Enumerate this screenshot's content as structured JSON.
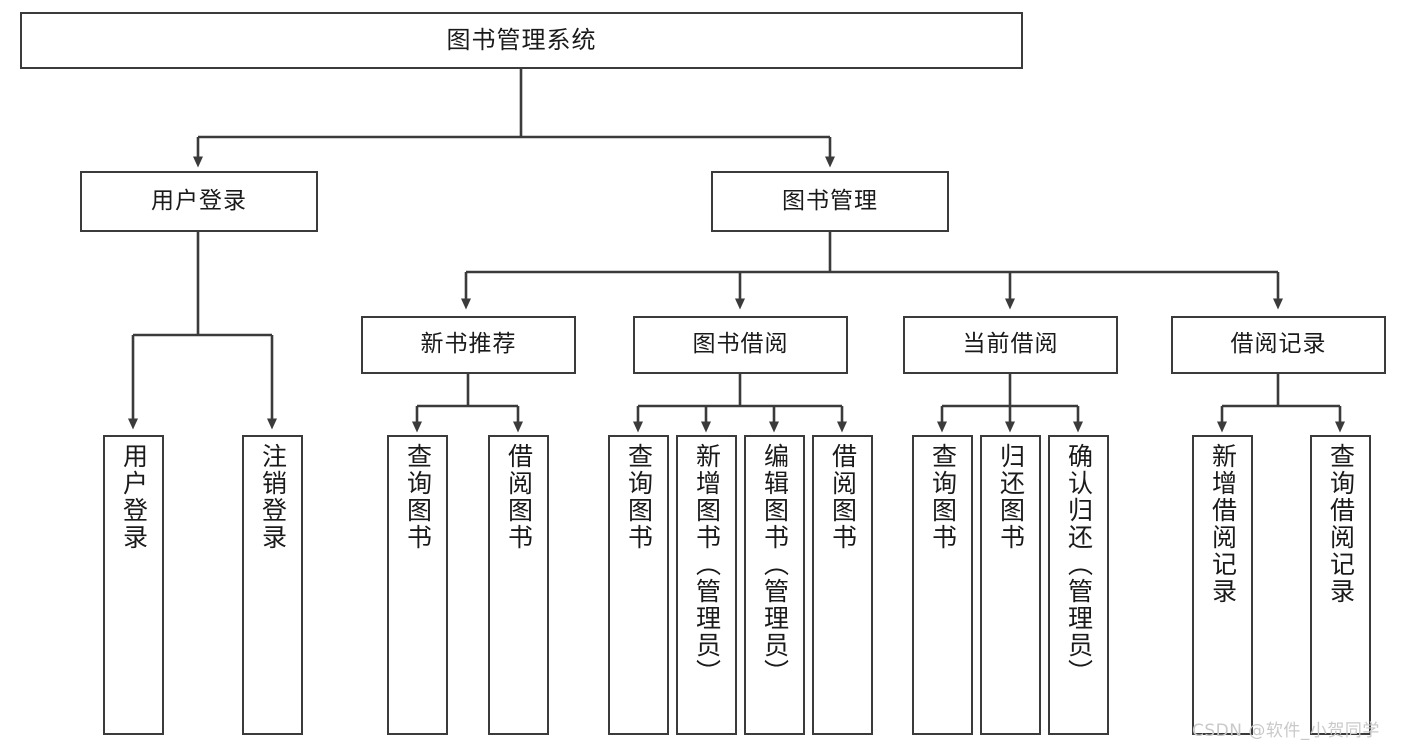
{
  "diagram": {
    "title": "图书管理系统",
    "type": "tree",
    "root": {
      "id": "root",
      "label": "图书管理系统"
    },
    "level1": [
      {
        "id": "user-login",
        "label": "用户登录"
      },
      {
        "id": "book-manage",
        "label": "图书管理"
      }
    ],
    "level2": [
      {
        "id": "new-book-rec",
        "label": "新书推荐",
        "parent": "book-manage"
      },
      {
        "id": "book-borrow",
        "label": "图书借阅",
        "parent": "book-manage"
      },
      {
        "id": "current-borrow",
        "label": "当前借阅",
        "parent": "book-manage"
      },
      {
        "id": "borrow-record",
        "label": "借阅记录",
        "parent": "book-manage"
      }
    ],
    "leaves": [
      {
        "id": "leaf-user-login",
        "label": "用户登录",
        "parent": "user-login"
      },
      {
        "id": "leaf-user-logout",
        "label": "注销登录",
        "parent": "user-login"
      },
      {
        "id": "leaf-rec-query-book",
        "label": "查询图书",
        "parent": "new-book-rec"
      },
      {
        "id": "leaf-rec-borrow-book",
        "label": "借阅图书",
        "parent": "new-book-rec"
      },
      {
        "id": "leaf-borrow-query-book",
        "label": "查询图书",
        "parent": "book-borrow"
      },
      {
        "id": "leaf-borrow-add-book",
        "label": "新增图书（管理员）",
        "parent": "book-borrow"
      },
      {
        "id": "leaf-borrow-edit-book",
        "label": "编辑图书（管理员）",
        "parent": "book-borrow"
      },
      {
        "id": "leaf-borrow-borrow-book",
        "label": "借阅图书",
        "parent": "book-borrow"
      },
      {
        "id": "leaf-cur-query-book",
        "label": "查询图书",
        "parent": "current-borrow"
      },
      {
        "id": "leaf-cur-return-book",
        "label": "归还图书",
        "parent": "current-borrow"
      },
      {
        "id": "leaf-cur-confirm-return",
        "label": "确认归还（管理员）",
        "parent": "current-borrow"
      },
      {
        "id": "leaf-rec-add-record",
        "label": "新增借阅记录",
        "parent": "borrow-record"
      },
      {
        "id": "leaf-rec-query-record",
        "label": "查询借阅记录",
        "parent": "borrow-record"
      }
    ],
    "colors": {
      "stroke": "#3b3b3b",
      "fill": "#ffffff",
      "text": "#1a1a1a",
      "watermark": "#c9c9c9"
    }
  },
  "watermark": {
    "text": "CSDN @软件_小贺同学"
  }
}
